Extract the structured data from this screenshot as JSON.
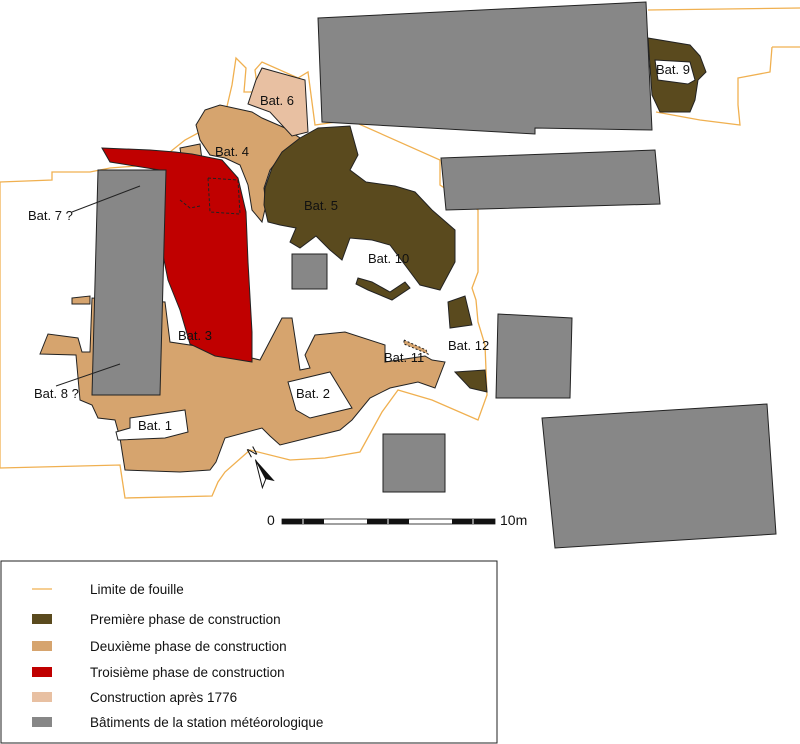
{
  "colors": {
    "limit": "#f0b050",
    "phase1": "#5a4a1e",
    "phase2": "#d6a46e",
    "phase3": "#c00000",
    "after1776": "#e8c0a2",
    "station": "#878787",
    "outline": "#222222"
  },
  "labels": {
    "bat1": "Bat. 1",
    "bat2": "Bat. 2",
    "bat3": "Bat. 3",
    "bat4": "Bat. 4",
    "bat5": "Bat. 5",
    "bat6": "Bat. 6",
    "bat7": "Bat. 7 ?",
    "bat8": "Bat. 8 ?",
    "bat9": "Bat. 9",
    "bat10": "Bat. 10",
    "bat11": "Bat. 11",
    "bat12": "Bat. 12"
  },
  "north": {
    "letter": "N",
    "icon": "north-arrow-icon"
  },
  "scale": {
    "start": "0",
    "end": "10m"
  },
  "legend": {
    "items": [
      {
        "key": "limit",
        "label": "Limite de fouille"
      },
      {
        "key": "phase1",
        "label": "Première phase de construction"
      },
      {
        "key": "phase2",
        "label": "Deuxième phase de construction"
      },
      {
        "key": "phase3",
        "label": "Troisième phase de construction"
      },
      {
        "key": "after1776",
        "label": "Construction après 1776"
      },
      {
        "key": "station",
        "label": "Bâtiments de la station météorologique"
      }
    ]
  }
}
